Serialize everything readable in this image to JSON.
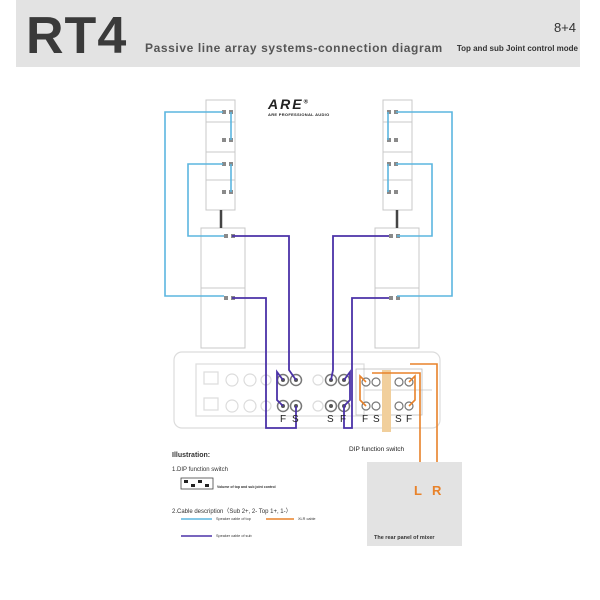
{
  "header": {
    "model": "RT4",
    "subtitle": "Passive line array systems-connection diagram",
    "config": "8+4",
    "mode": "Top and sub Joint control mode"
  },
  "logo": {
    "mark": "ARE",
    "registered": "®",
    "tagline": "ARE PROFESSIONAL AUDIO"
  },
  "terminals": {
    "amp_left": [
      "F",
      "S"
    ],
    "amp_right": [
      "S",
      "F"
    ],
    "dip_left": [
      "F",
      "S"
    ],
    "dip_right": [
      "S",
      "F"
    ]
  },
  "dip_label": "DIP function switch",
  "illustration": {
    "title": "Illustration:",
    "dip_item": "1.DIP function switch",
    "dip_note": "Volume of top and sub joint control",
    "cable_item": "2.Cable description（Sub 2+, 2-  Top 1+, 1-）",
    "legend_top": "Speaker cable of top",
    "legend_xlr": "XLR cable",
    "legend_sub": "Speaker cable of sub"
  },
  "mixer": {
    "label": "The rear panel of mixer",
    "left": "L",
    "right": "R"
  },
  "colors": {
    "top_cable": "#5bb6df",
    "sub_cable": "#4b32a8",
    "xlr_cable": "#e8822a",
    "header_bg": "#e3e3e3"
  }
}
